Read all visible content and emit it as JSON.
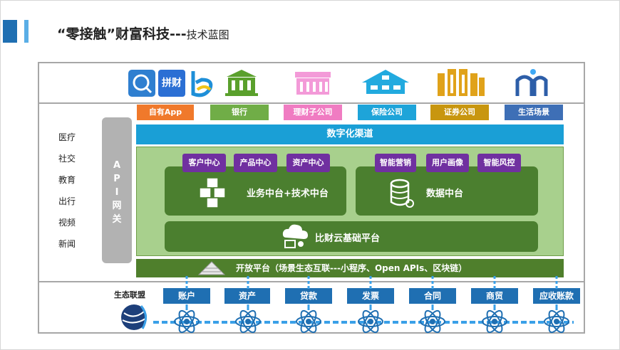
{
  "title": {
    "main": "“零接触”财富科技---",
    "sub": "技术蓝图"
  },
  "tags": [
    {
      "label": "自有App",
      "color": "#f0792b"
    },
    {
      "label": "银行",
      "color": "#70ad47"
    },
    {
      "label": "理财子公司",
      "color": "#f07cc2"
    },
    {
      "label": "保险公司",
      "color": "#1ea4d9"
    },
    {
      "label": "证券公司",
      "color": "#c8960f"
    },
    {
      "label": "生活场景",
      "color": "#3e6fb6"
    }
  ],
  "side_items": [
    "医疗",
    "社交",
    "教育",
    "出行",
    "视频",
    "新闻"
  ],
  "api_gateway": {
    "chars": [
      "A",
      "P",
      "I",
      "网",
      "关"
    ]
  },
  "channel": "数字化渠道",
  "biz_top": [
    "客户中心",
    "产品中心",
    "资产中心"
  ],
  "data_top": [
    "智能营销",
    "用户画像",
    "智能风控"
  ],
  "biz_label": "业务中台+技术中台",
  "data_label": "数据中台",
  "cloud_label": "比财云基础平台",
  "open_platform": "开放平台（场景生态互联---小程序、Open APIs、区块链）",
  "eco_label": "生态联盟",
  "eco_items": [
    "账户",
    "资产",
    "贷款",
    "发票",
    "合同",
    "商贸",
    "应收账款"
  ],
  "logos": [
    "search-logo",
    "pincai-logo",
    "b-logo",
    "bank-building-icon",
    "wealth-building-icon",
    "insurance-house-icon",
    "securities-building-icon",
    "life-scene-logo"
  ],
  "logo_text": {
    "pincai": "拼财"
  }
}
